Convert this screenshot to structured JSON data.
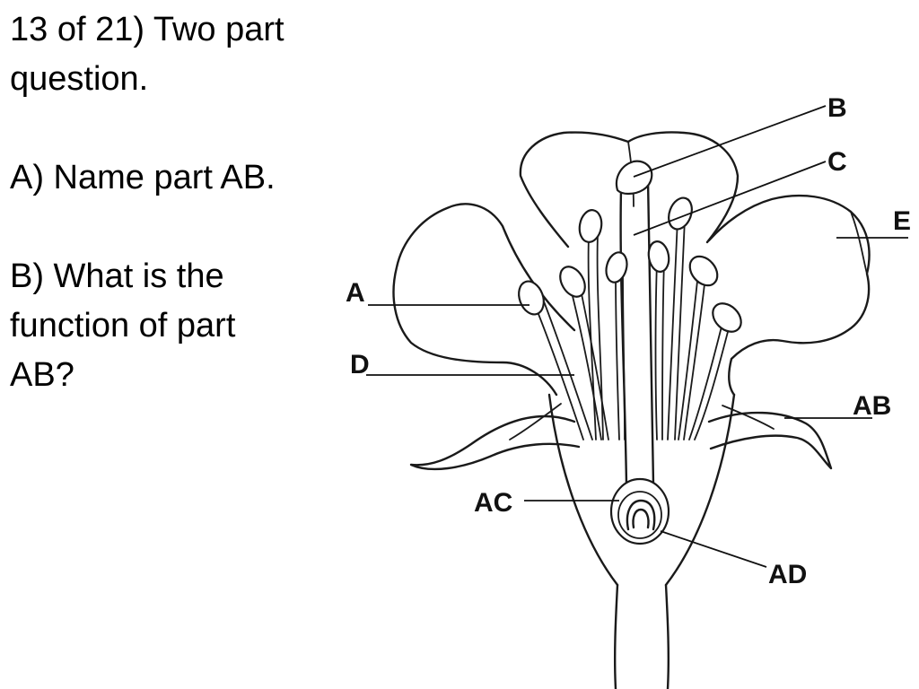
{
  "question": {
    "line1": "13 of 21) Two part",
    "line2": "question.",
    "part_a": "A) Name part AB.",
    "part_b_line1": "B) What is the",
    "part_b_line2": "function of part",
    "part_b_line3": "AB?"
  },
  "diagram": {
    "labels": {
      "a": "A",
      "b": "B",
      "c": "C",
      "d": "D",
      "e": "E",
      "ab": "AB",
      "ac": "AC",
      "ad": "AD"
    }
  }
}
